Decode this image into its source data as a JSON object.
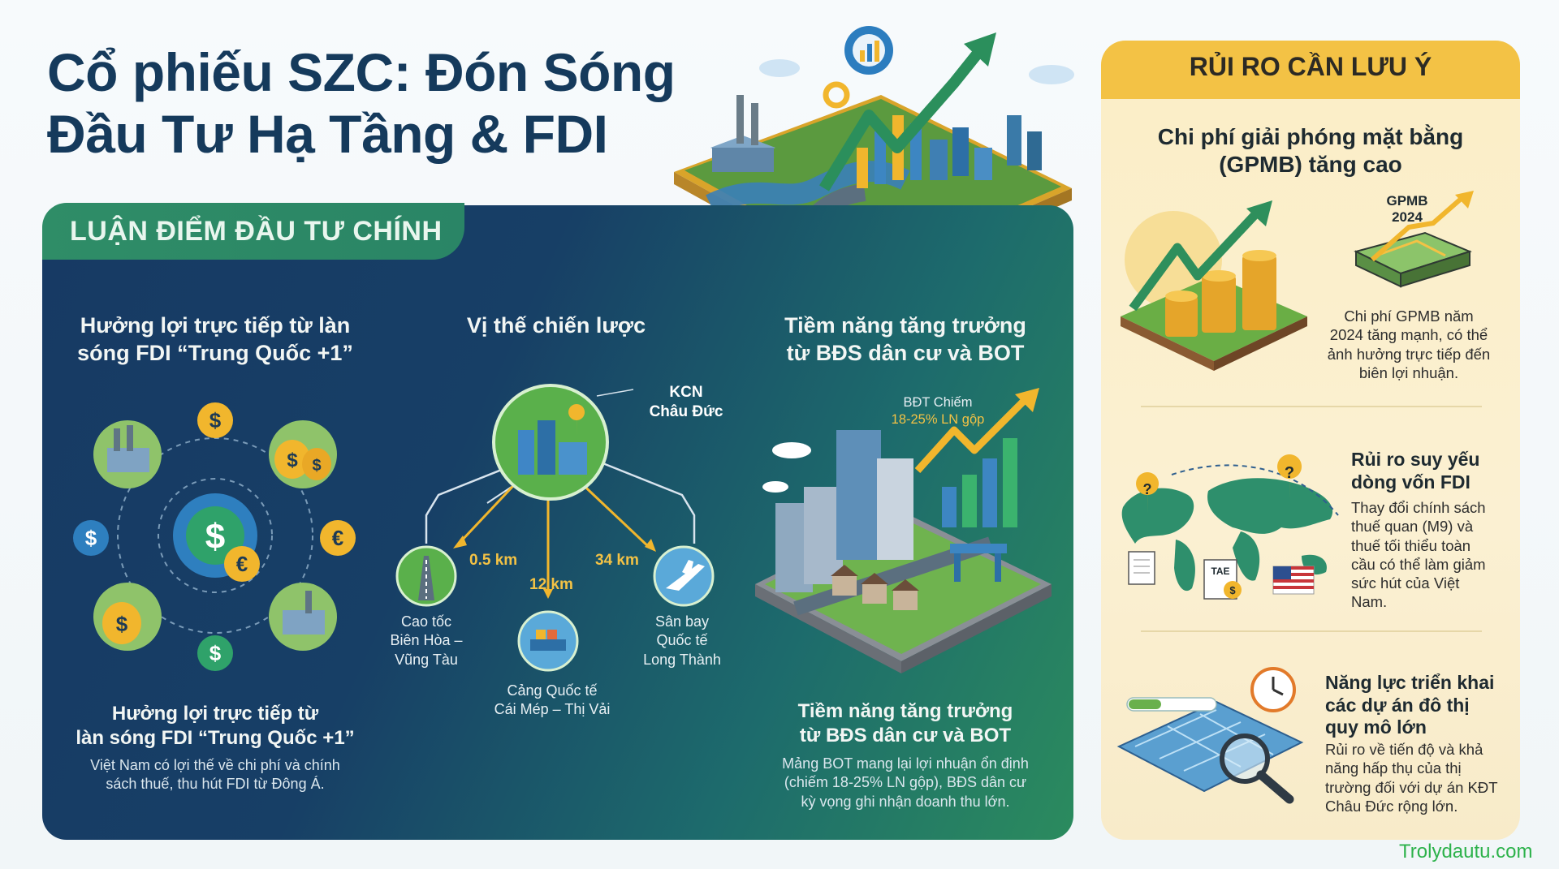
{
  "title": {
    "line1": "Cổ phiếu SZC: Đón Sóng",
    "line2": "Đầu Tư Hạ Tầng & FDI"
  },
  "main_panel": {
    "label": "LUẬN ĐIỂM ĐẦU TƯ CHÍNH",
    "col1": {
      "heading_line1": "Hưởng lợi trực tiếp từ làn",
      "heading_line2": "sóng FDI “Trung Quốc +1”",
      "sub_line1": "Hưởng lợi trực tiếp từ",
      "sub_line2": "làn sóng FDI “Trung Quốc +1”",
      "desc_line1": "Việt Nam có lợi thế về chi phí và chính",
      "desc_line2": "sách thuế, thu hút FDI từ Đông Á."
    },
    "col2": {
      "heading": "Vị thế chiến lược",
      "hub_line1": "KCN",
      "hub_line2": "Châu Đức",
      "dist_left": "0.5 km",
      "dist_mid": "12 km",
      "dist_right": "34 km",
      "left_line1": "Cao tốc",
      "left_line2": "Biên Hòa –",
      "left_line3": "Vũng Tàu",
      "mid_line1": "Cảng Quốc tế",
      "mid_line2": "Cái Mép – Thị Vải",
      "right_line1": "Sân bay",
      "right_line2": "Quốc tế",
      "right_line3": "Long Thành"
    },
    "col3": {
      "heading_line1": "Tiềm năng tăng trưởng",
      "heading_line2": "từ BĐS dân cư và BOT",
      "chart_line1": "BĐT Chiếm",
      "chart_line2": "18-25% LN gộp",
      "sub_line1": "Tiềm năng tăng trưởng",
      "sub_line2": "từ BĐS dân cư và BOT",
      "desc_line1": "Mảng BOT mang lại lợi nhuận ổn định",
      "desc_line2": "(chiếm 18-25% LN gộp), BĐS dân cư",
      "desc_line3": "kỳ vọng ghi nhận doanh thu lớn."
    }
  },
  "risk_panel": {
    "title": "RỦI RO CẦN LƯU Ý",
    "risk1": {
      "heading_line1": "Chi phí giải phóng mặt bằng",
      "heading_line2": "(GPMB) tăng cao",
      "tag_line1": "GPMB",
      "tag_line2": "2024",
      "desc_line1": "Chi phí GPMB năm",
      "desc_line2": "2024 tăng mạnh, có thể",
      "desc_line3": "ảnh hưởng trực tiếp đến",
      "desc_line4": "biên lợi nhuận."
    },
    "risk2": {
      "heading_line1": "Rủi ro suy yếu",
      "heading_line2": "dòng vốn FDI",
      "desc_line1": "Thay đổi chính sách",
      "desc_line2": "thuế quan (M9) và",
      "desc_line3": "thuế tối thiểu toàn",
      "desc_line4": "cầu có thể làm giảm",
      "desc_line5": "sức hút của Việt",
      "desc_line6": "Nam.",
      "tax_label": "TAE"
    },
    "risk3": {
      "heading_line1": "Năng lực triển khai",
      "heading_line2": "các dự án đô thị",
      "heading_line3": "quy mô lớn",
      "desc_line1": "Rủi ro về tiến độ và khả",
      "desc_line2": "năng hấp thụ của thị",
      "desc_line3": "trường đối với dự án KĐT",
      "desc_line4": "Châu Đức rộng lớn."
    }
  },
  "footer": {
    "brand": "Trolydautu.com"
  },
  "icons": {
    "dollar": "$",
    "euro": "€"
  },
  "colors": {
    "navy_title": "#153a5c",
    "panel_dark": "#173a64",
    "panel_green": "#2b8b5e",
    "risk_bg": "#fbeec6",
    "risk_header": "#f3c245",
    "accent_gold": "#f1b62d",
    "brand_green": "#2db24b"
  }
}
